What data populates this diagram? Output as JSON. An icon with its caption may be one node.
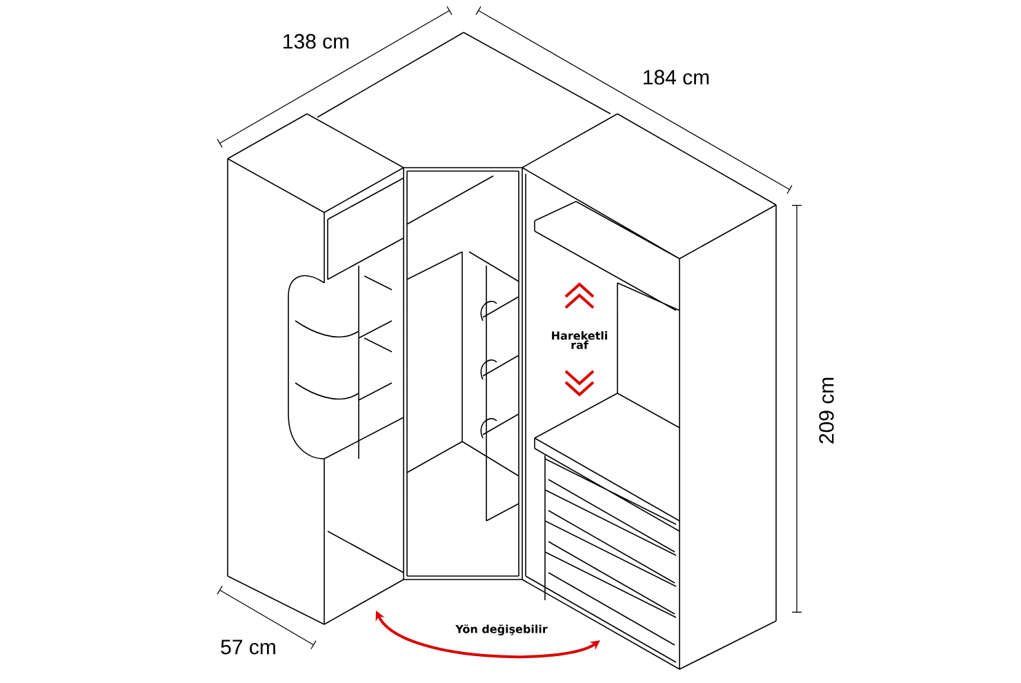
{
  "diagram": {
    "labels": [
      "138 cm",
      "184 cm",
      "209 cm",
      "57 cm",
      "Hareketli raf",
      "Yön değişebilir"
    ]
  }
}
